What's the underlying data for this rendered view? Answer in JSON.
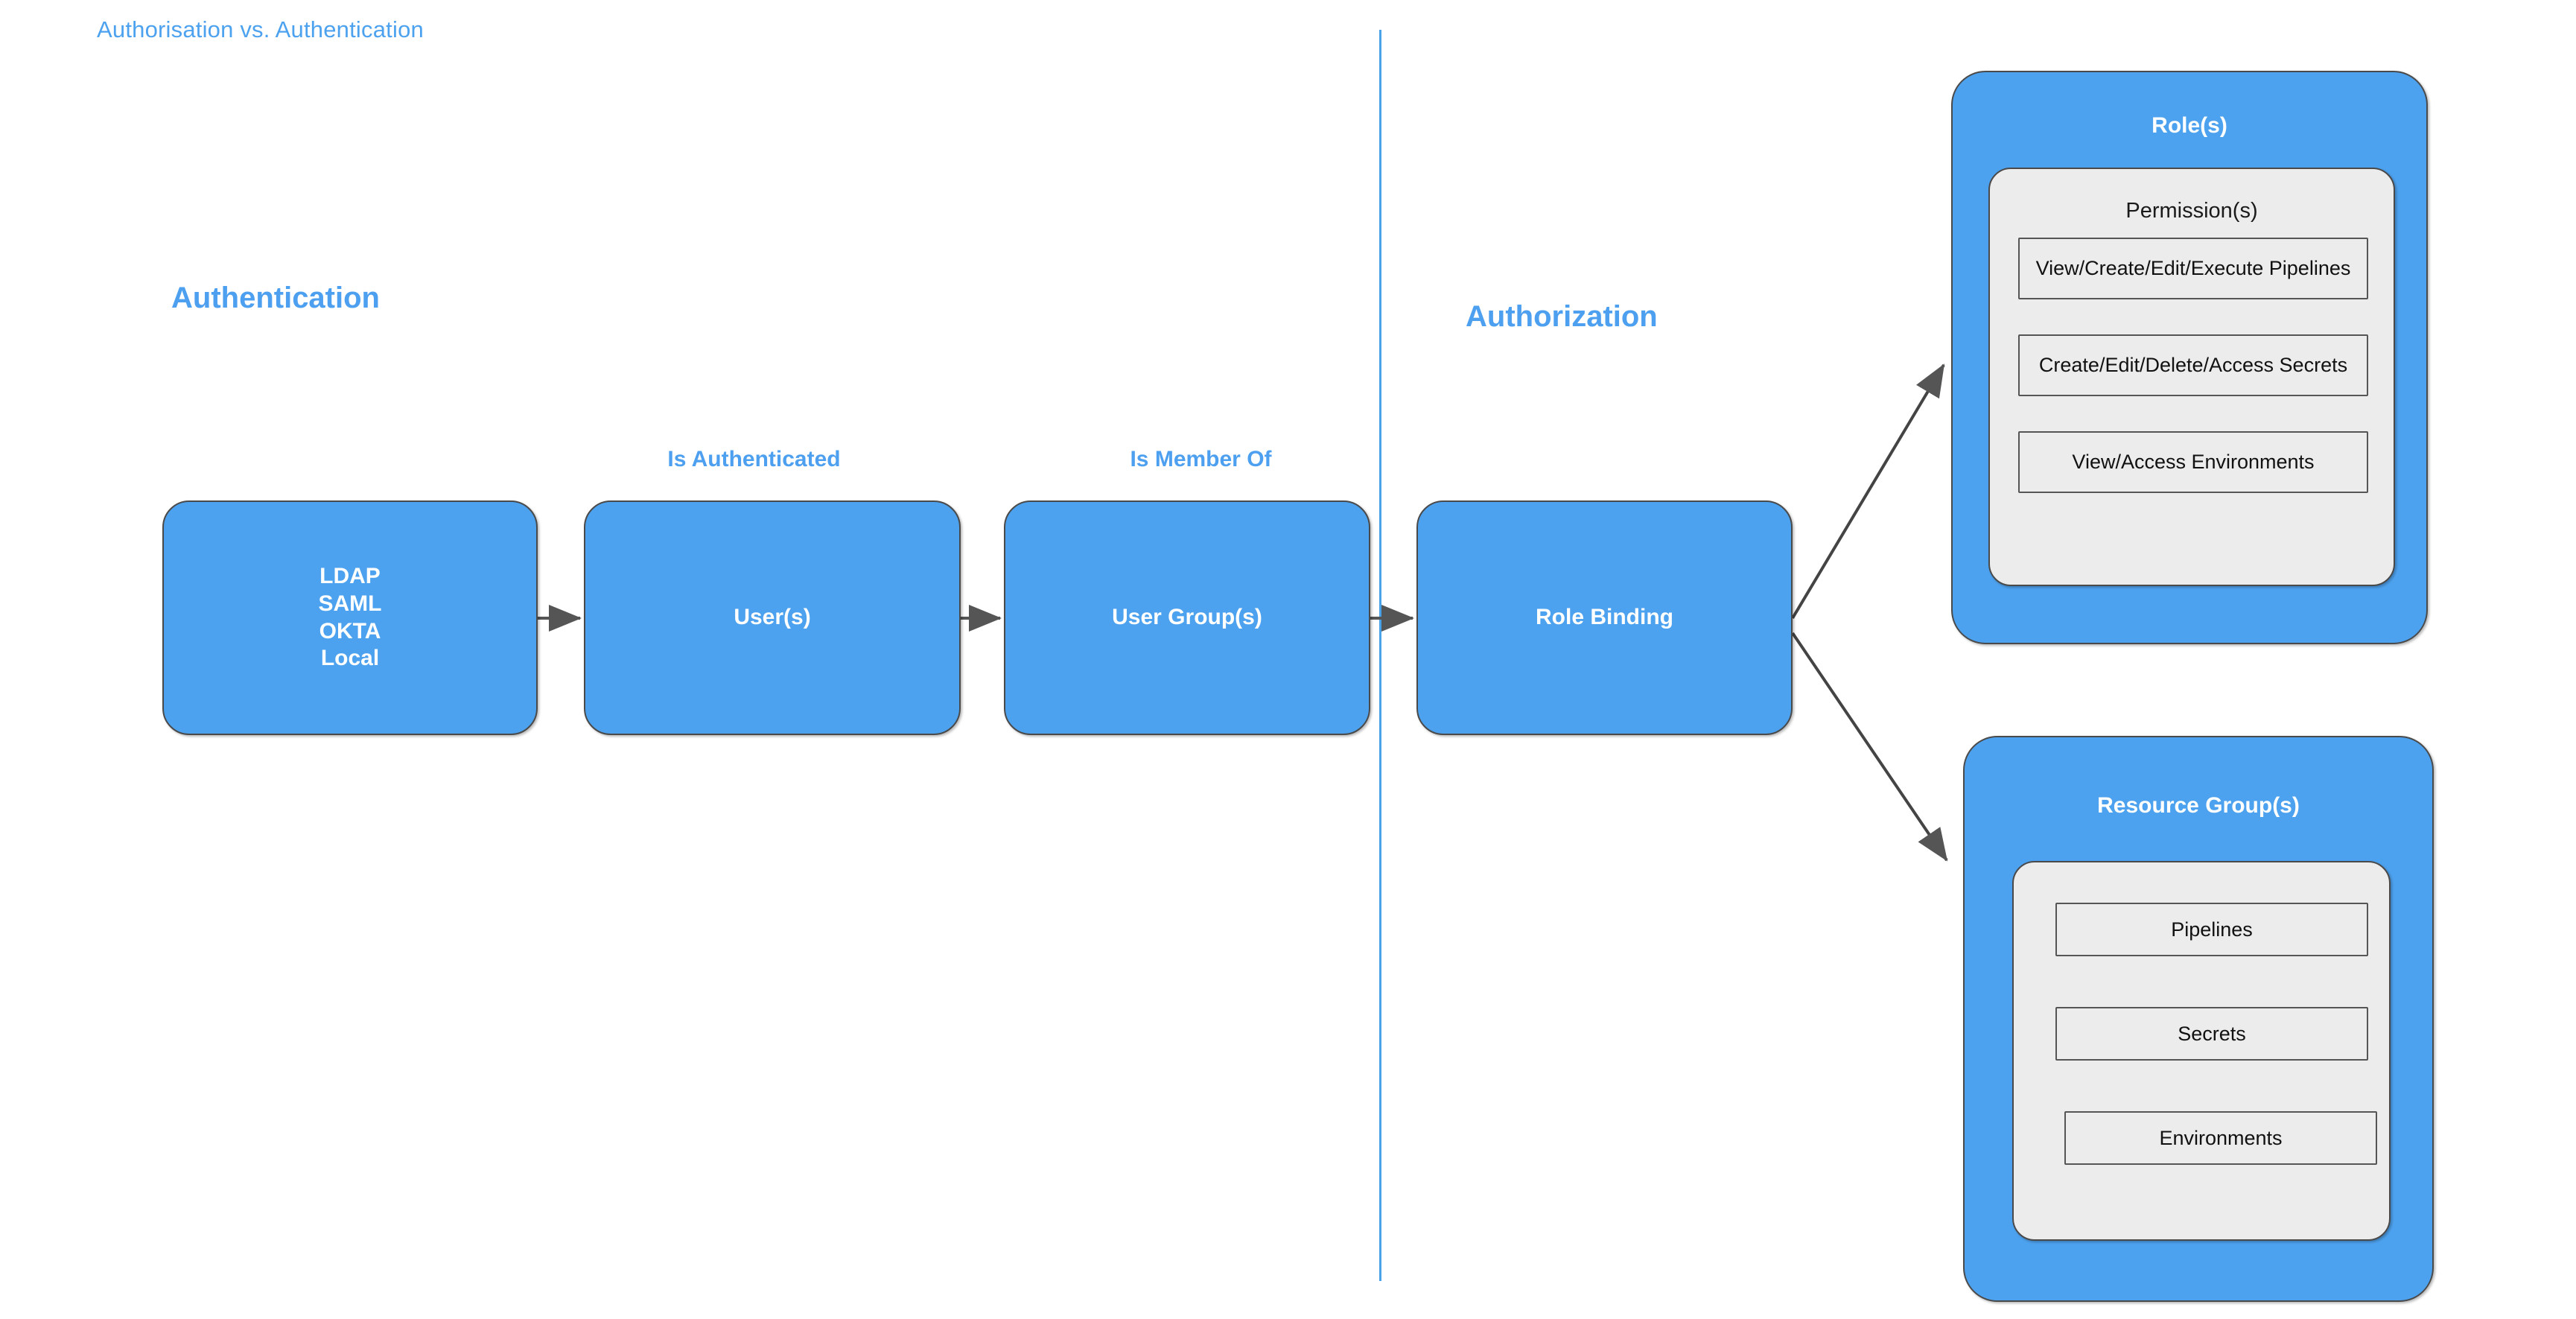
{
  "title": "Authorisation vs. Authentication",
  "colors": {
    "brand_blue": "#4da2ef",
    "heading_blue": "#4d9ff0",
    "title_blue": "#4da2ef",
    "panel_grey": "#ececec",
    "stroke": "#4a4a4a",
    "arrow": "#555555"
  },
  "sections": {
    "authentication": "Authentication",
    "authorization": "Authorization"
  },
  "edge_labels": {
    "is_authenticated": "Is Authenticated",
    "is_member_of": "Is Member Of"
  },
  "nodes": {
    "identity_providers": {
      "lines": [
        "LDAP",
        "SAML",
        "OKTA",
        "Local"
      ]
    },
    "users": {
      "label": "User(s)"
    },
    "user_groups": {
      "label": "User Group(s)"
    },
    "role_binding": {
      "label": "Role Binding"
    }
  },
  "groups": {
    "roles": {
      "title": "Role(s)",
      "panel_title": "Permission(s)",
      "items": [
        "View/Create/Edit/Execute Pipelines",
        "Create/Edit/Delete/Access Secrets",
        "View/Access Environments"
      ]
    },
    "resource_groups": {
      "title": "Resource Group(s)",
      "items": [
        "Pipelines",
        "Secrets",
        "Environments"
      ]
    }
  }
}
